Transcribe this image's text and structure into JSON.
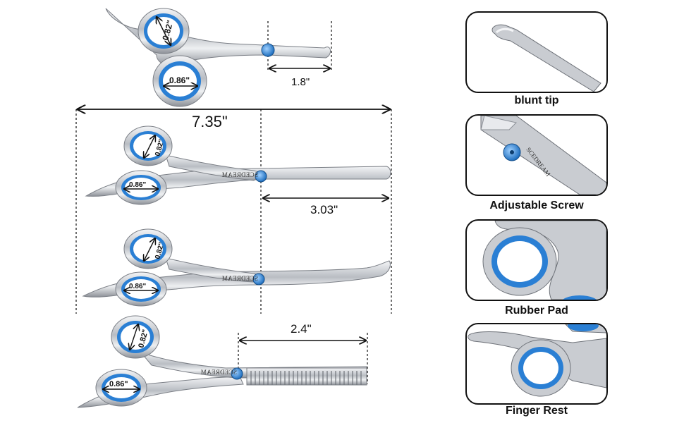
{
  "scissors": {
    "small": {
      "thumb_ring": "0.82\"",
      "finger_ring": "0.86\"",
      "tip_length": "1.8\""
    },
    "overall_length": "7.35\"",
    "straight": {
      "thumb_ring": "0.82\"",
      "finger_ring": "0.86\"",
      "blade_length": "3.03\"",
      "brand": "SCEDREAM"
    },
    "curved": {
      "thumb_ring": "0.82\"",
      "finger_ring": "0.86\"",
      "brand": "SCEDREAM"
    },
    "thinning": {
      "thumb_ring": "0.82\"",
      "finger_ring": "0.86\"",
      "teeth_length": "2.4\"",
      "brand": "SCEDREAM"
    }
  },
  "details": [
    {
      "label": "blunt tip",
      "icon": "blunt-tip-icon"
    },
    {
      "label": "Adjustable Screw",
      "icon": "screw-icon",
      "brand": "SCEDREAM"
    },
    {
      "label": "Rubber Pad",
      "icon": "rubber-pad-icon"
    },
    {
      "label": "Finger Rest",
      "icon": "finger-rest-icon"
    }
  ],
  "colors": {
    "steel": "#c9ccd1",
    "ring_blue": "#2a7fd4",
    "screw_blue": "#2f86d6",
    "line": "#111111"
  }
}
